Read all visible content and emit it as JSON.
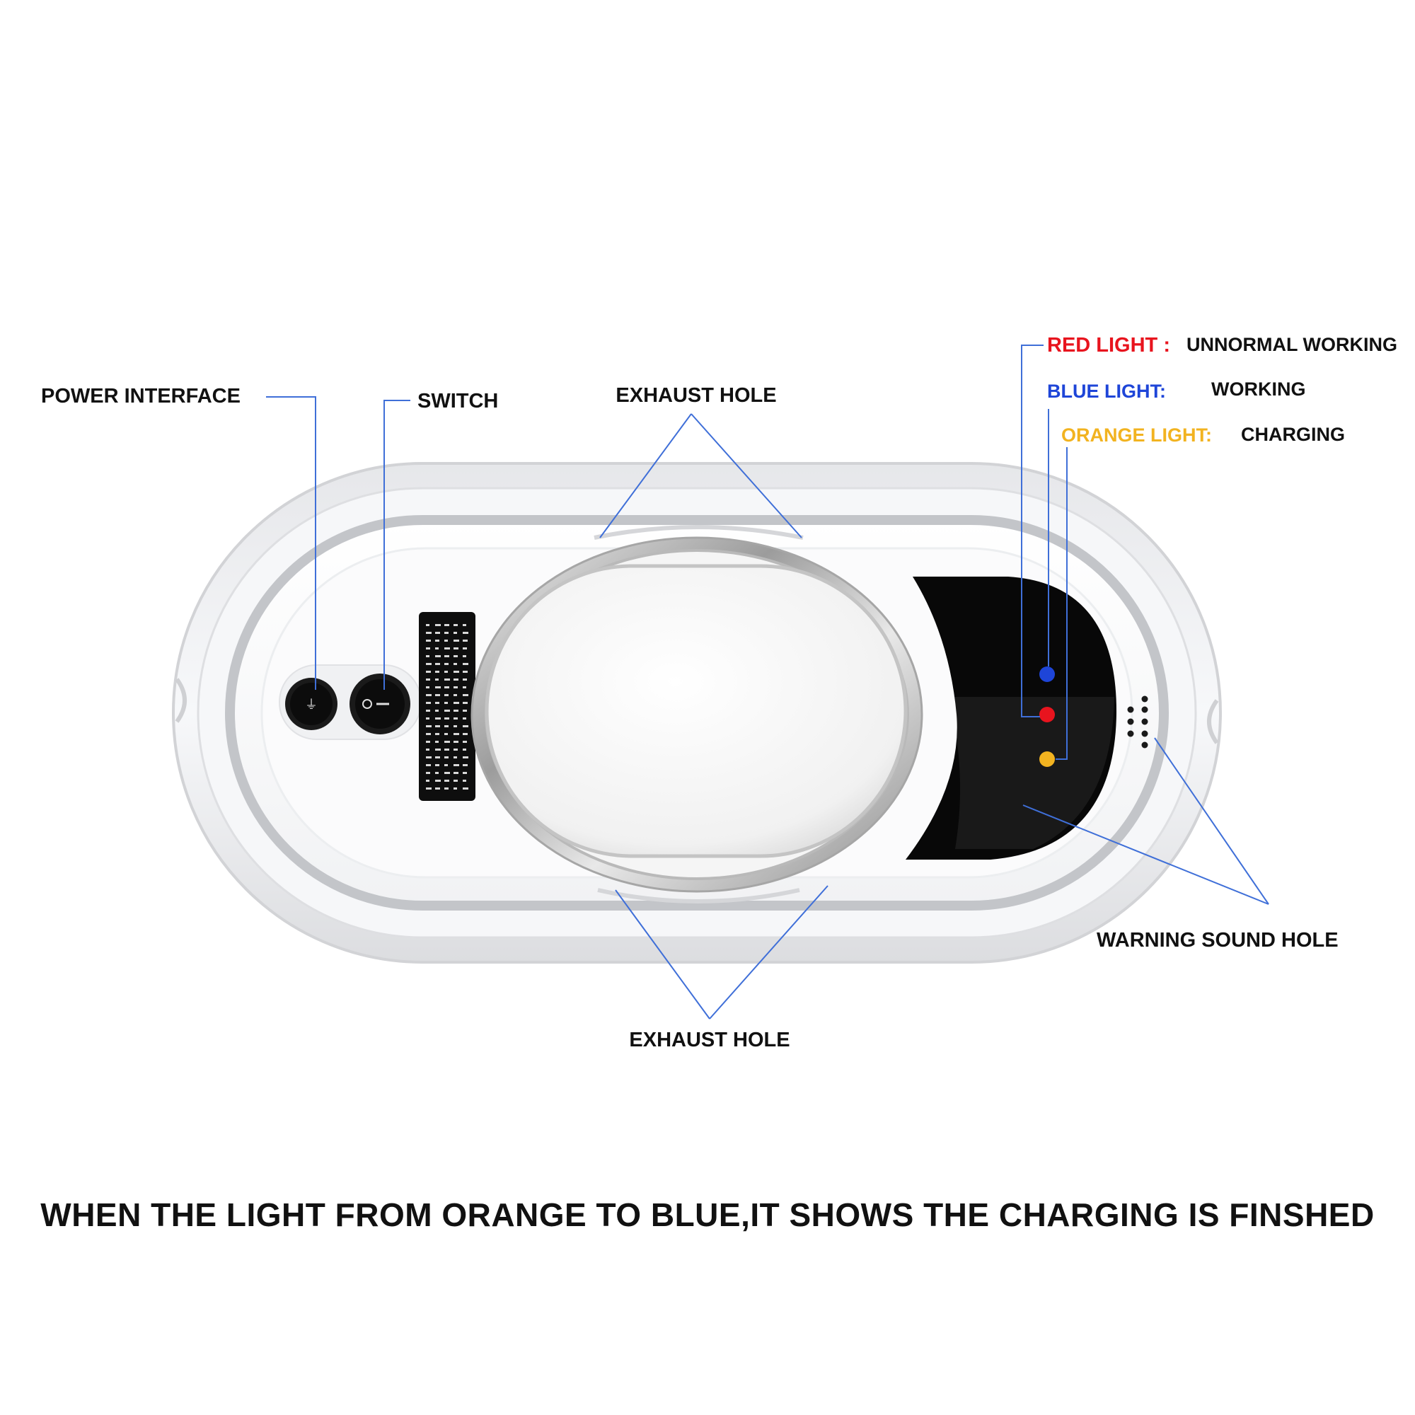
{
  "labels": {
    "power_interface": "POWER INTERFACE",
    "switch": "SWITCH",
    "exhaust_hole_top": "EXHAUST HOLE",
    "exhaust_hole_bottom": "EXHAUST HOLE",
    "warning_sound_hole": "WARNING SOUND HOLE"
  },
  "lights": [
    {
      "name": "RED LIGHT :",
      "meaning": "UNNORMAL WORKING",
      "color": "#e8141e"
    },
    {
      "name": "BLUE LIGHT:",
      "meaning": "WORKING",
      "color": "#1e45d8"
    },
    {
      "name": "ORANGE LIGHT:",
      "meaning": "CHARGING",
      "color": "#f2b320"
    }
  ],
  "caption": "WHEN THE LIGHT FROM ORANGE TO BLUE,IT SHOWS THE CHARGING IS FINSHED",
  "colors": {
    "leader_line": "#3f6fd8",
    "panel": "#080808",
    "body": "#f4f5f7",
    "trim": "#c9cbcf"
  }
}
